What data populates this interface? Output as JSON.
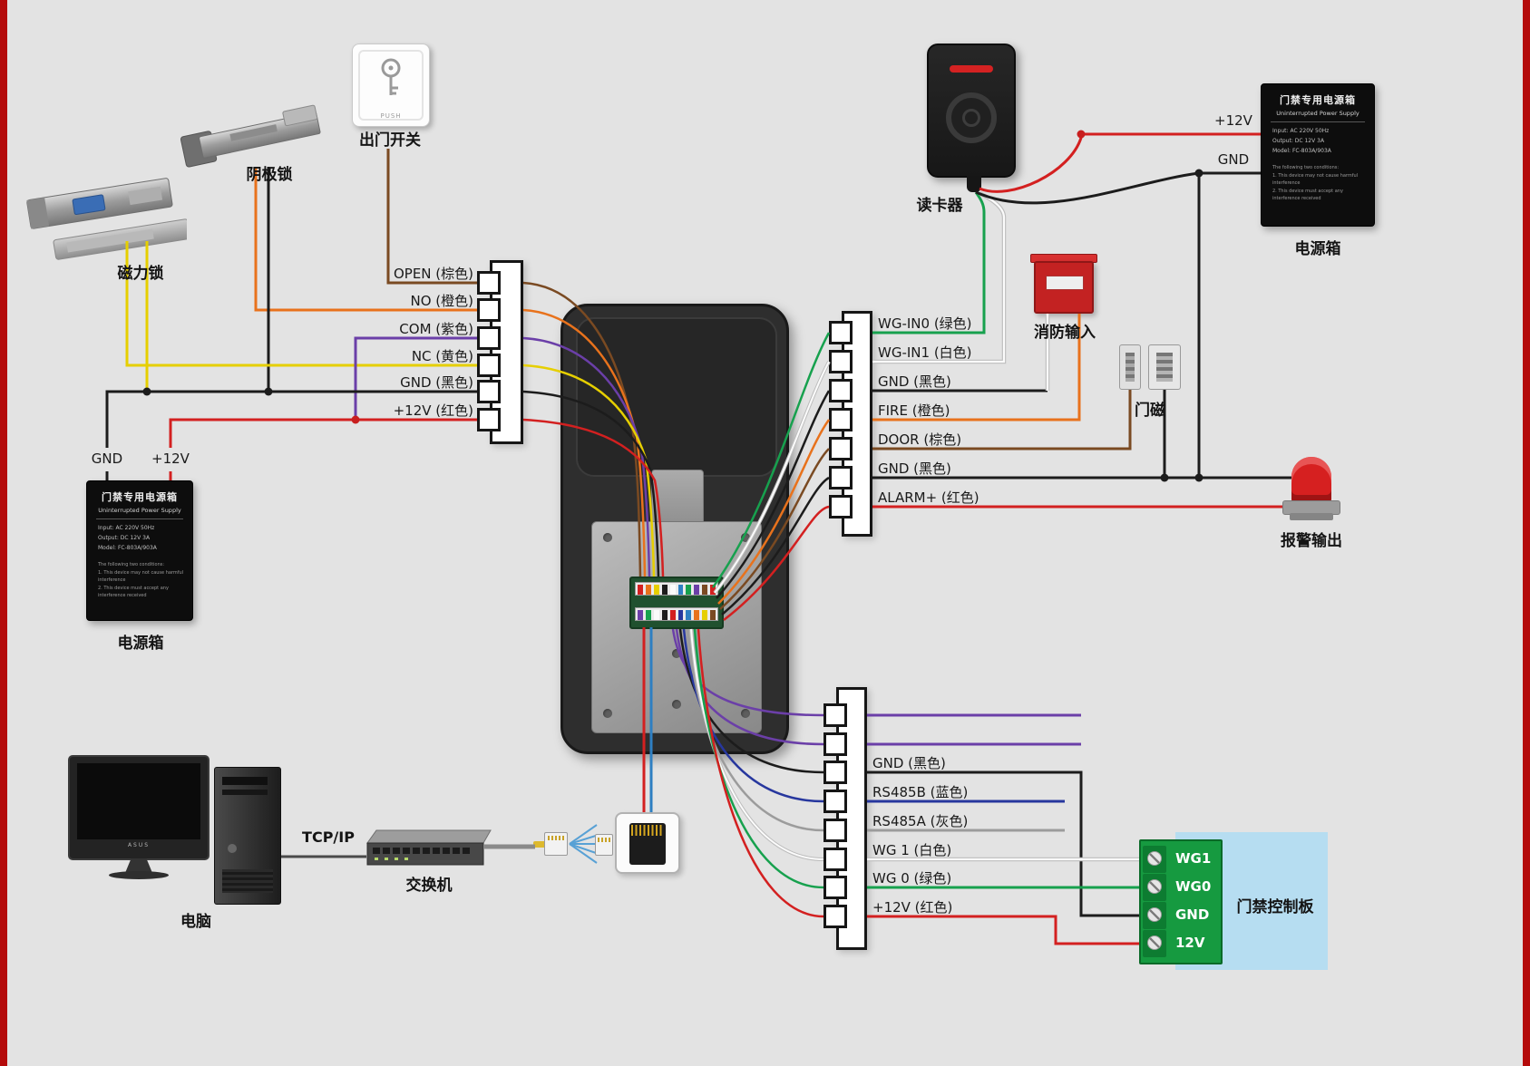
{
  "captions": {
    "magnetic_lock": "磁力锁",
    "cathode_lock": "阴极锁",
    "exit_button": "出门开关",
    "exit_button_push": "PUSH",
    "card_reader": "读卡器",
    "fire_input": "消防输入",
    "door_sensor": "门磁",
    "alarm_output": "报警输出",
    "power_box": "电源箱",
    "computer": "电脑",
    "computer_brand": "ASUS",
    "switch": "交换机",
    "tcpip": "TCP/IP",
    "controller_board": "门禁控制板"
  },
  "power_box": {
    "title": "门禁专用电源箱",
    "subtitle": "Uninterrupted Power Supply",
    "spec_input": "Input:  AC 220V 50Hz",
    "spec_output": "Output:  DC 12V 3A",
    "spec_model": "Model:  FC-803A/903A",
    "note_head": "The following two conditions:",
    "note_1": "1. This device may not cause harmful interference",
    "note_2": "2. This device must accept any interference received"
  },
  "power_labels": {
    "left_gnd": "GND",
    "left_12v": "+12V",
    "right_12v": "+12V",
    "right_gnd": "GND"
  },
  "left_terminal": {
    "pins": [
      "OPEN (棕色)",
      "NO (橙色)",
      "COM (紫色)",
      "NC (黄色)",
      "GND (黑色)",
      "+12V (红色)"
    ]
  },
  "right_terminal": {
    "pins": [
      "WG-IN0 (绿色)",
      "WG-IN1 (白色)",
      "GND (黑色)",
      "FIRE (橙色)",
      "DOOR (棕色)",
      "GND (黑色)",
      "ALARM+ (红色)"
    ]
  },
  "bottom_terminal": {
    "pins": [
      "GND (黑色)",
      "RS485B (蓝色)",
      "RS485A (灰色)",
      "WG 1 (白色)",
      "WG 0 (绿色)",
      "+12V (红色)"
    ]
  },
  "controller_terminal": {
    "pins": [
      "WG1",
      "WG0",
      "GND",
      "12V"
    ]
  },
  "wire_colors": {
    "brown": "#7a4a22",
    "orange": "#e8721c",
    "purple": "#6b3fa8",
    "yellow": "#e6cf00",
    "black": "#1c1c1c",
    "red": "#d32020",
    "green": "#17a14e",
    "white": "#fbfbfb",
    "blue": "#27379e",
    "gray": "#9c9c9c"
  }
}
